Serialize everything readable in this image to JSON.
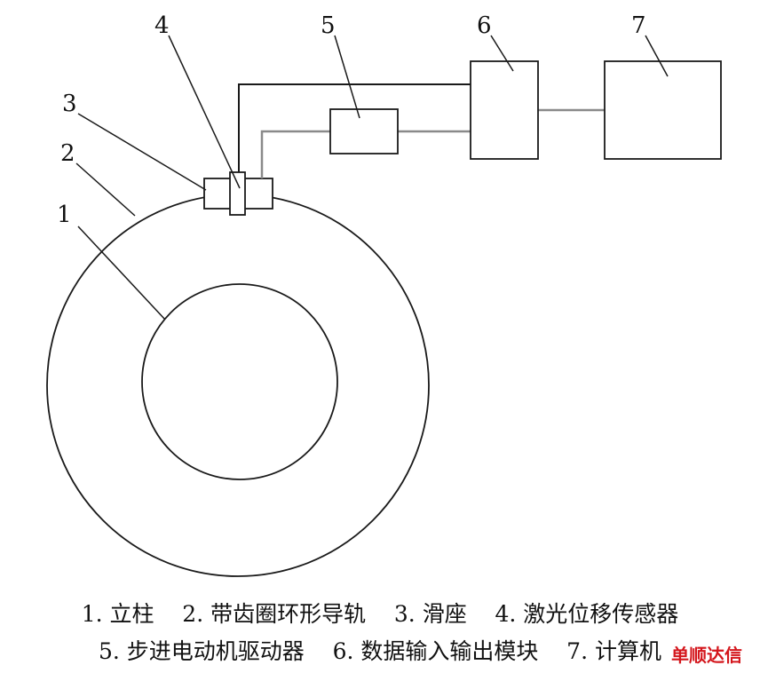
{
  "diagram": {
    "callouts": [
      "1",
      "2",
      "3",
      "4",
      "5",
      "6",
      "7"
    ],
    "colors": {
      "stroke": "#1a1a1a",
      "wire": "#8a8a8a",
      "text": "#111111",
      "watermark": "#d4161c"
    }
  },
  "legend": {
    "line1": "1. 立柱    2. 带齿圈环形导轨    3. 滑座    4. 激光位移传感器",
    "line2": "5. 步进电动机驱动器    6. 数据输入输出模块    7. 计算机"
  },
  "watermark": "单顺达信"
}
